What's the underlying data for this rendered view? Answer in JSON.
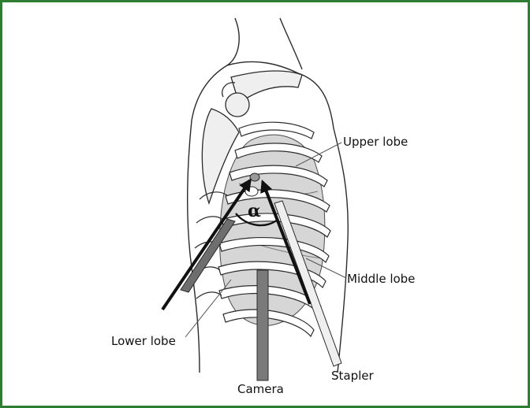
{
  "labels": {
    "upper_lobe": "Upper lobe",
    "middle_lobe": "Middle lobe",
    "lower_lobe": "Lower lobe",
    "stapler": "Stapler",
    "camera": "Camera",
    "angle": "α"
  },
  "colors": {
    "border": "#2e7d32",
    "lung": "#d6d6d6",
    "bone": "#efefef",
    "outline": "#2b2b2b",
    "instrument_dark": "#6e6e6e",
    "arrow": "#111111"
  }
}
